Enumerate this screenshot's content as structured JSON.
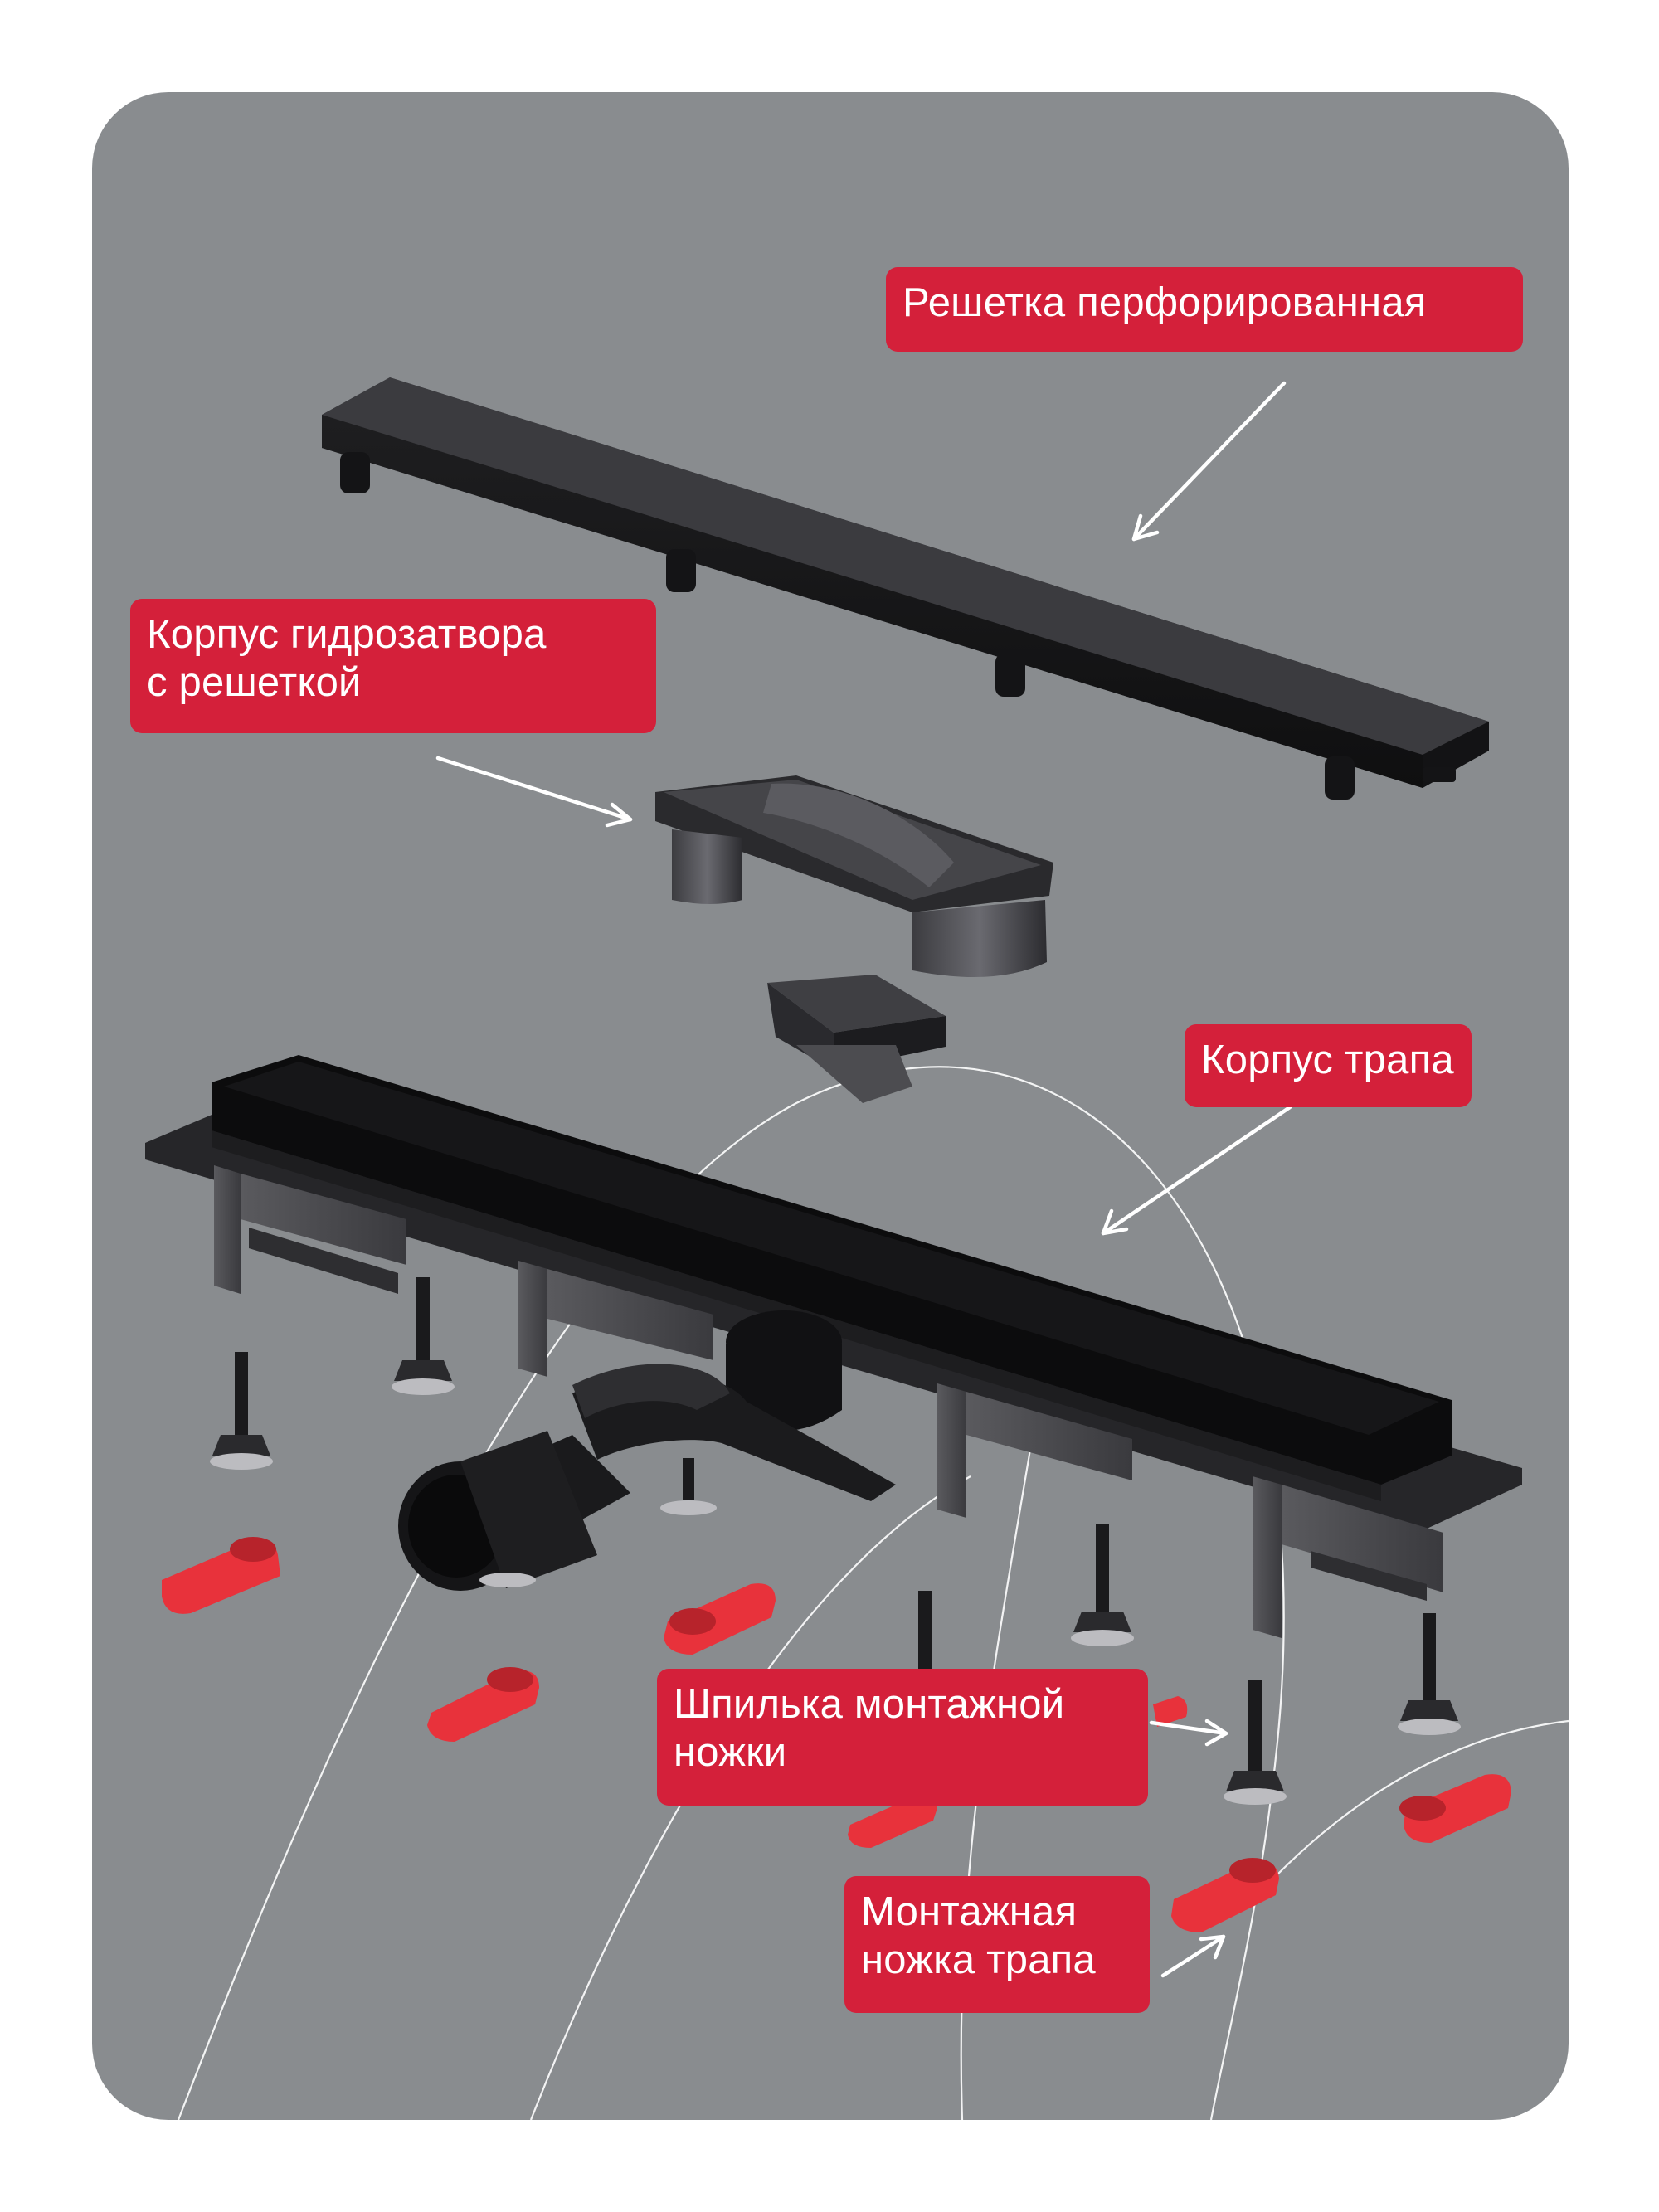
{
  "colors": {
    "background": "#898c8f",
    "callout": "#d4203a",
    "callout_text": "#ffffff",
    "part_black": "#1a1a1c",
    "mounting_foot": "#e8323b"
  },
  "labels": {
    "grate": "Решетка перфорированная",
    "trap_body_line1": "Корпус гидрозатвора",
    "trap_body_line2": "с решеткой",
    "drain_body": "Корпус трапа",
    "stud_line1": "Шпилька монтажной",
    "stud_line2": "ножки",
    "foot_line1": "Монтажная",
    "foot_line2": "ножка трапа"
  }
}
